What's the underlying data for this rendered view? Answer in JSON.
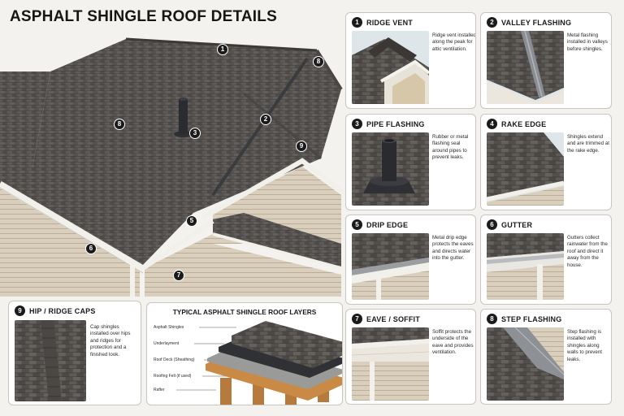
{
  "title": "ASPHALT SHINGLE ROOF DETAILS",
  "hero_markers": [
    "1",
    "2",
    "3",
    "5",
    "6",
    "7",
    "8",
    "8",
    "9"
  ],
  "cards": [
    {
      "num": "1",
      "title": "RIDGE VENT",
      "text": "Ridge vent installed along the peak for attic ventilation.",
      "image_icon": "ridge-vent-icon"
    },
    {
      "num": "2",
      "title": "VALLEY FLASHING",
      "text": "Metal flashing installed in valleys before shingles.",
      "image_icon": "valley-flashing-icon"
    },
    {
      "num": "3",
      "title": "PIPE FLASHING",
      "text": "Rubber or metal flashing seal around pipes to prevent leaks.",
      "image_icon": "pipe-flashing-icon"
    },
    {
      "num": "4",
      "title": "RAKE EDGE",
      "text": "Shingles extend and are trimmed at the rake edge.",
      "image_icon": "rake-edge-icon"
    },
    {
      "num": "5",
      "title": "DRIP EDGE",
      "text": "Metal drip edge protects the eaves and directs water into the gutter.",
      "image_icon": "drip-edge-icon"
    },
    {
      "num": "6",
      "title": "GUTTER",
      "text": "Gutters collect rainwater from the roof and direct it away from the house.",
      "image_icon": "gutter-icon"
    },
    {
      "num": "7",
      "title": "EAVE / SOFFIT",
      "text": "Soffit protects the underside of the eave and provides ventilation.",
      "image_icon": "soffit-icon"
    },
    {
      "num": "8",
      "title": "STEP FLASHING",
      "text": "Step flashing is installed with shingles along walls to prevent leaks.",
      "image_icon": "step-flashing-icon"
    },
    {
      "num": "9",
      "title": "HIP / RIDGE CAPS",
      "text": "Cap shingles installed over hips and ridges for protection and a finished look.",
      "image_icon": "hip-ridge-caps-icon"
    }
  ],
  "layers": {
    "title": "TYPICAL ASPHALT SHINGLE ROOF LAYERS",
    "labels": [
      "Asphalt Shingles",
      "Underlayment",
      "Roof Deck (Sheathing)",
      "Roofing Felt (if used)",
      "Rafter"
    ]
  },
  "colors": {
    "shingle": "#5b5755",
    "shingle_dark": "#433f3e",
    "trim": "#f2f0ea",
    "siding": "#d8cdb9",
    "flashing": "#8a8e92",
    "wood": "#c98a45",
    "felt": "#9a9a98",
    "underlay": "#2f3134"
  }
}
